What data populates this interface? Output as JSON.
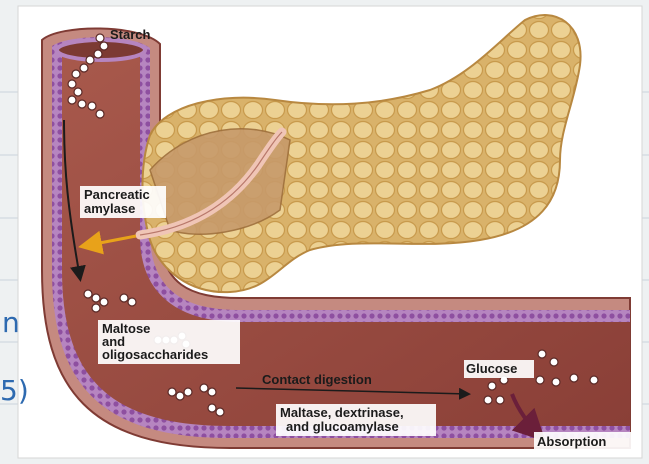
{
  "labels": {
    "starch": "Starch",
    "amylase_line1": "Pancreatic",
    "amylase_line2": "amylase",
    "maltose_line1": "Maltose",
    "maltose_line2": "and",
    "maltose_line3": "oligosaccharides",
    "contact": "Contact digestion",
    "glucose": "Glucose",
    "enzymes_line1": "Maltase, dextrinase,",
    "enzymes_line2": "and glucoamylase",
    "absorption": "Absorption"
  },
  "notebook_margin": {
    "letter": "n",
    "paren": "5)"
  },
  "colors": {
    "intestine_wall": "#b9786f",
    "intestine_lumen": "#9c4f45",
    "villi": "#a56bb5",
    "pancreas": "#e3c27a",
    "duct": "#e9b3a6",
    "arrow_enzyme": "#e8a21a",
    "arrow_absorption": "#6b1f3a"
  }
}
